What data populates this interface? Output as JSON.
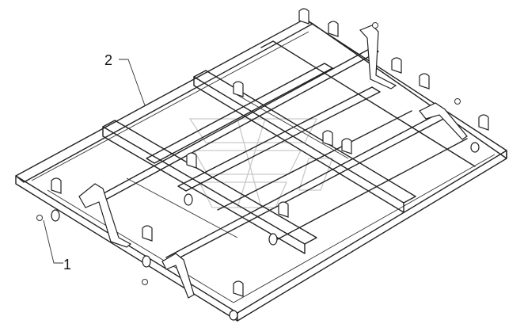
{
  "callouts": [
    {
      "id": "1",
      "label": "1"
    },
    {
      "id": "2",
      "label": "2"
    }
  ],
  "colors": {
    "line": "#222222",
    "background": "#ffffff",
    "watermark": "#c9c9c9"
  }
}
